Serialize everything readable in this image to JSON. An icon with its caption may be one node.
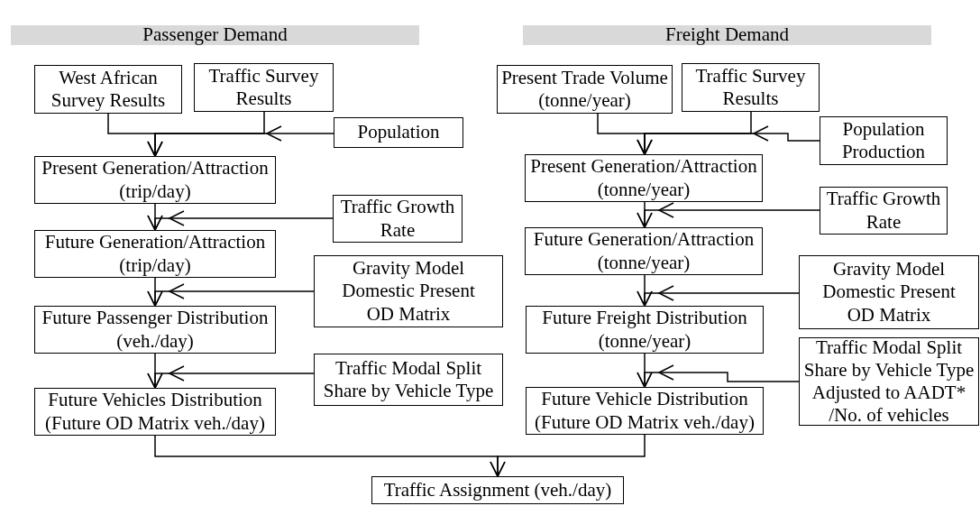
{
  "diagram": {
    "nodes": [
      {
        "text": [
          "Passenger Demand"
        ]
      },
      {
        "text": [
          "West African Survey Results"
        ]
      },
      {
        "text": [
          "Traffic Survey Results"
        ]
      },
      {
        "text": [
          "Population"
        ]
      },
      {
        "text": [
          "Present Generation/Attraction (trip/day)"
        ]
      },
      {
        "text": [
          "Traffic Growth Rate"
        ]
      },
      {
        "text": [
          "Future Generation/Attraction (trip/day)"
        ]
      },
      {
        "text": [
          "Gravity Model Domestic Present OD Matrix"
        ]
      },
      {
        "text": [
          "Future Passenger Distribution (veh./day)"
        ]
      },
      {
        "text": [
          "Traffic Modal Split Share by Vehicle Type"
        ]
      },
      {
        "text": [
          "Future Vehicles Distribution (Future OD Matrix veh./day)"
        ]
      },
      {
        "text": [
          "Freight Demand"
        ]
      },
      {
        "text": [
          "Present Trade Volume (tonne/year)"
        ]
      },
      {
        "text": [
          "Traffic Survey Results"
        ]
      },
      {
        "text": [
          "Population Production"
        ]
      },
      {
        "text": [
          "Present Generation/Attraction (tonne/year)"
        ]
      },
      {
        "text": [
          "Traffic Growth Rate"
        ]
      },
      {
        "text": [
          "Future Generation/Attraction (tonne/year)"
        ]
      },
      {
        "text": [
          "Gravity Model Domestic Present OD Matrix"
        ]
      },
      {
        "text": [
          "Future Freight Distribution (tonne/year)"
        ]
      },
      {
        "text": [
          "Traffic Modal Split Share by Vehicle Type Adjusted to AADT* /No. of vehicles"
        ]
      },
      {
        "text": [
          "Future Vehicle Distribution (Future OD Matrix veh./day)"
        ]
      },
      {
        "text": [
          "Traffic Assignment (veh./day)"
        ]
      }
    ],
    "edges": [
      {
        "from": 1,
        "to": 4,
        "arrow": "to"
      },
      {
        "from": 2,
        "to": 4,
        "arrow": "to"
      },
      {
        "from": 3,
        "to": 4,
        "arrow": "to"
      },
      {
        "from": 4,
        "to": 6,
        "arrow": "to"
      },
      {
        "from": 5,
        "to": 6,
        "arrow": "to"
      },
      {
        "from": 6,
        "to": 8,
        "arrow": "to"
      },
      {
        "from": 7,
        "to": 8,
        "arrow": "to"
      },
      {
        "from": 8,
        "to": 10,
        "arrow": "to"
      },
      {
        "from": 9,
        "to": 10,
        "arrow": "to"
      },
      {
        "from": 12,
        "to": 15,
        "arrow": "to"
      },
      {
        "from": 13,
        "to": 15,
        "arrow": "to"
      },
      {
        "from": 14,
        "to": 15,
        "arrow": "to"
      },
      {
        "from": 15,
        "to": 17,
        "arrow": "to"
      },
      {
        "from": 16,
        "to": 17,
        "arrow": "to"
      },
      {
        "from": 17,
        "to": 19,
        "arrow": "to"
      },
      {
        "from": 18,
        "to": 19,
        "arrow": "to"
      },
      {
        "from": 19,
        "to": 21,
        "arrow": "to"
      },
      {
        "from": 20,
        "to": 21,
        "arrow": "to"
      },
      {
        "from": 10,
        "to": 22,
        "arrow": "to"
      },
      {
        "from": 21,
        "to": 22,
        "arrow": "to"
      }
    ]
  }
}
